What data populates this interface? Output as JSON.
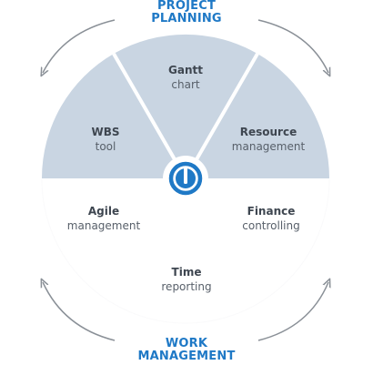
{
  "top_title": {
    "line1": "PROJECT",
    "line2": "PLANNING"
  },
  "bottom_title": {
    "line1": "WORK",
    "line2": "MANAGEMENT"
  },
  "segments": [
    {
      "title": "Gantt",
      "subtitle": "chart"
    },
    {
      "title": "WBS",
      "subtitle": "tool"
    },
    {
      "title": "Resource",
      "subtitle": "management"
    },
    {
      "title": "Agile",
      "subtitle": "management"
    },
    {
      "title": "Finance",
      "subtitle": "controlling"
    },
    {
      "title": "Time",
      "subtitle": "reporting"
    }
  ],
  "center_icon": "power-logo-icon",
  "colors": {
    "accent": "#1f79c6",
    "segment_fill": "#c9d5e2",
    "arrow": "#8a9097",
    "text": "#4e5660"
  }
}
